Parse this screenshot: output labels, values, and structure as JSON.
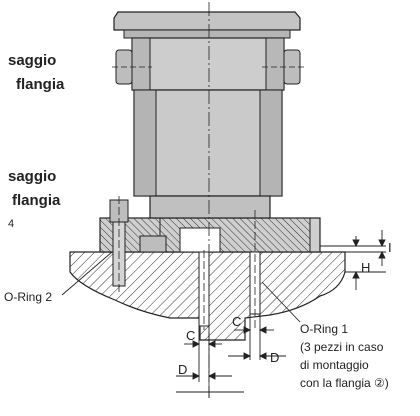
{
  "headings": {
    "top": [
      "saggio",
      "flangia"
    ],
    "middle": [
      "saggio",
      "flangia",
      "4"
    ]
  },
  "labels": {
    "oring2": "O-Ring 2",
    "oring1": "O-Ring 1",
    "oring1_note": [
      "(3 pezzi in caso",
      "di montaggio",
      "con la flangia ②)"
    ]
  },
  "dimensions": {
    "c_left": "C",
    "c_right": "C",
    "d_left": "D",
    "d_right": "D",
    "h": "H",
    "i": "I"
  }
}
